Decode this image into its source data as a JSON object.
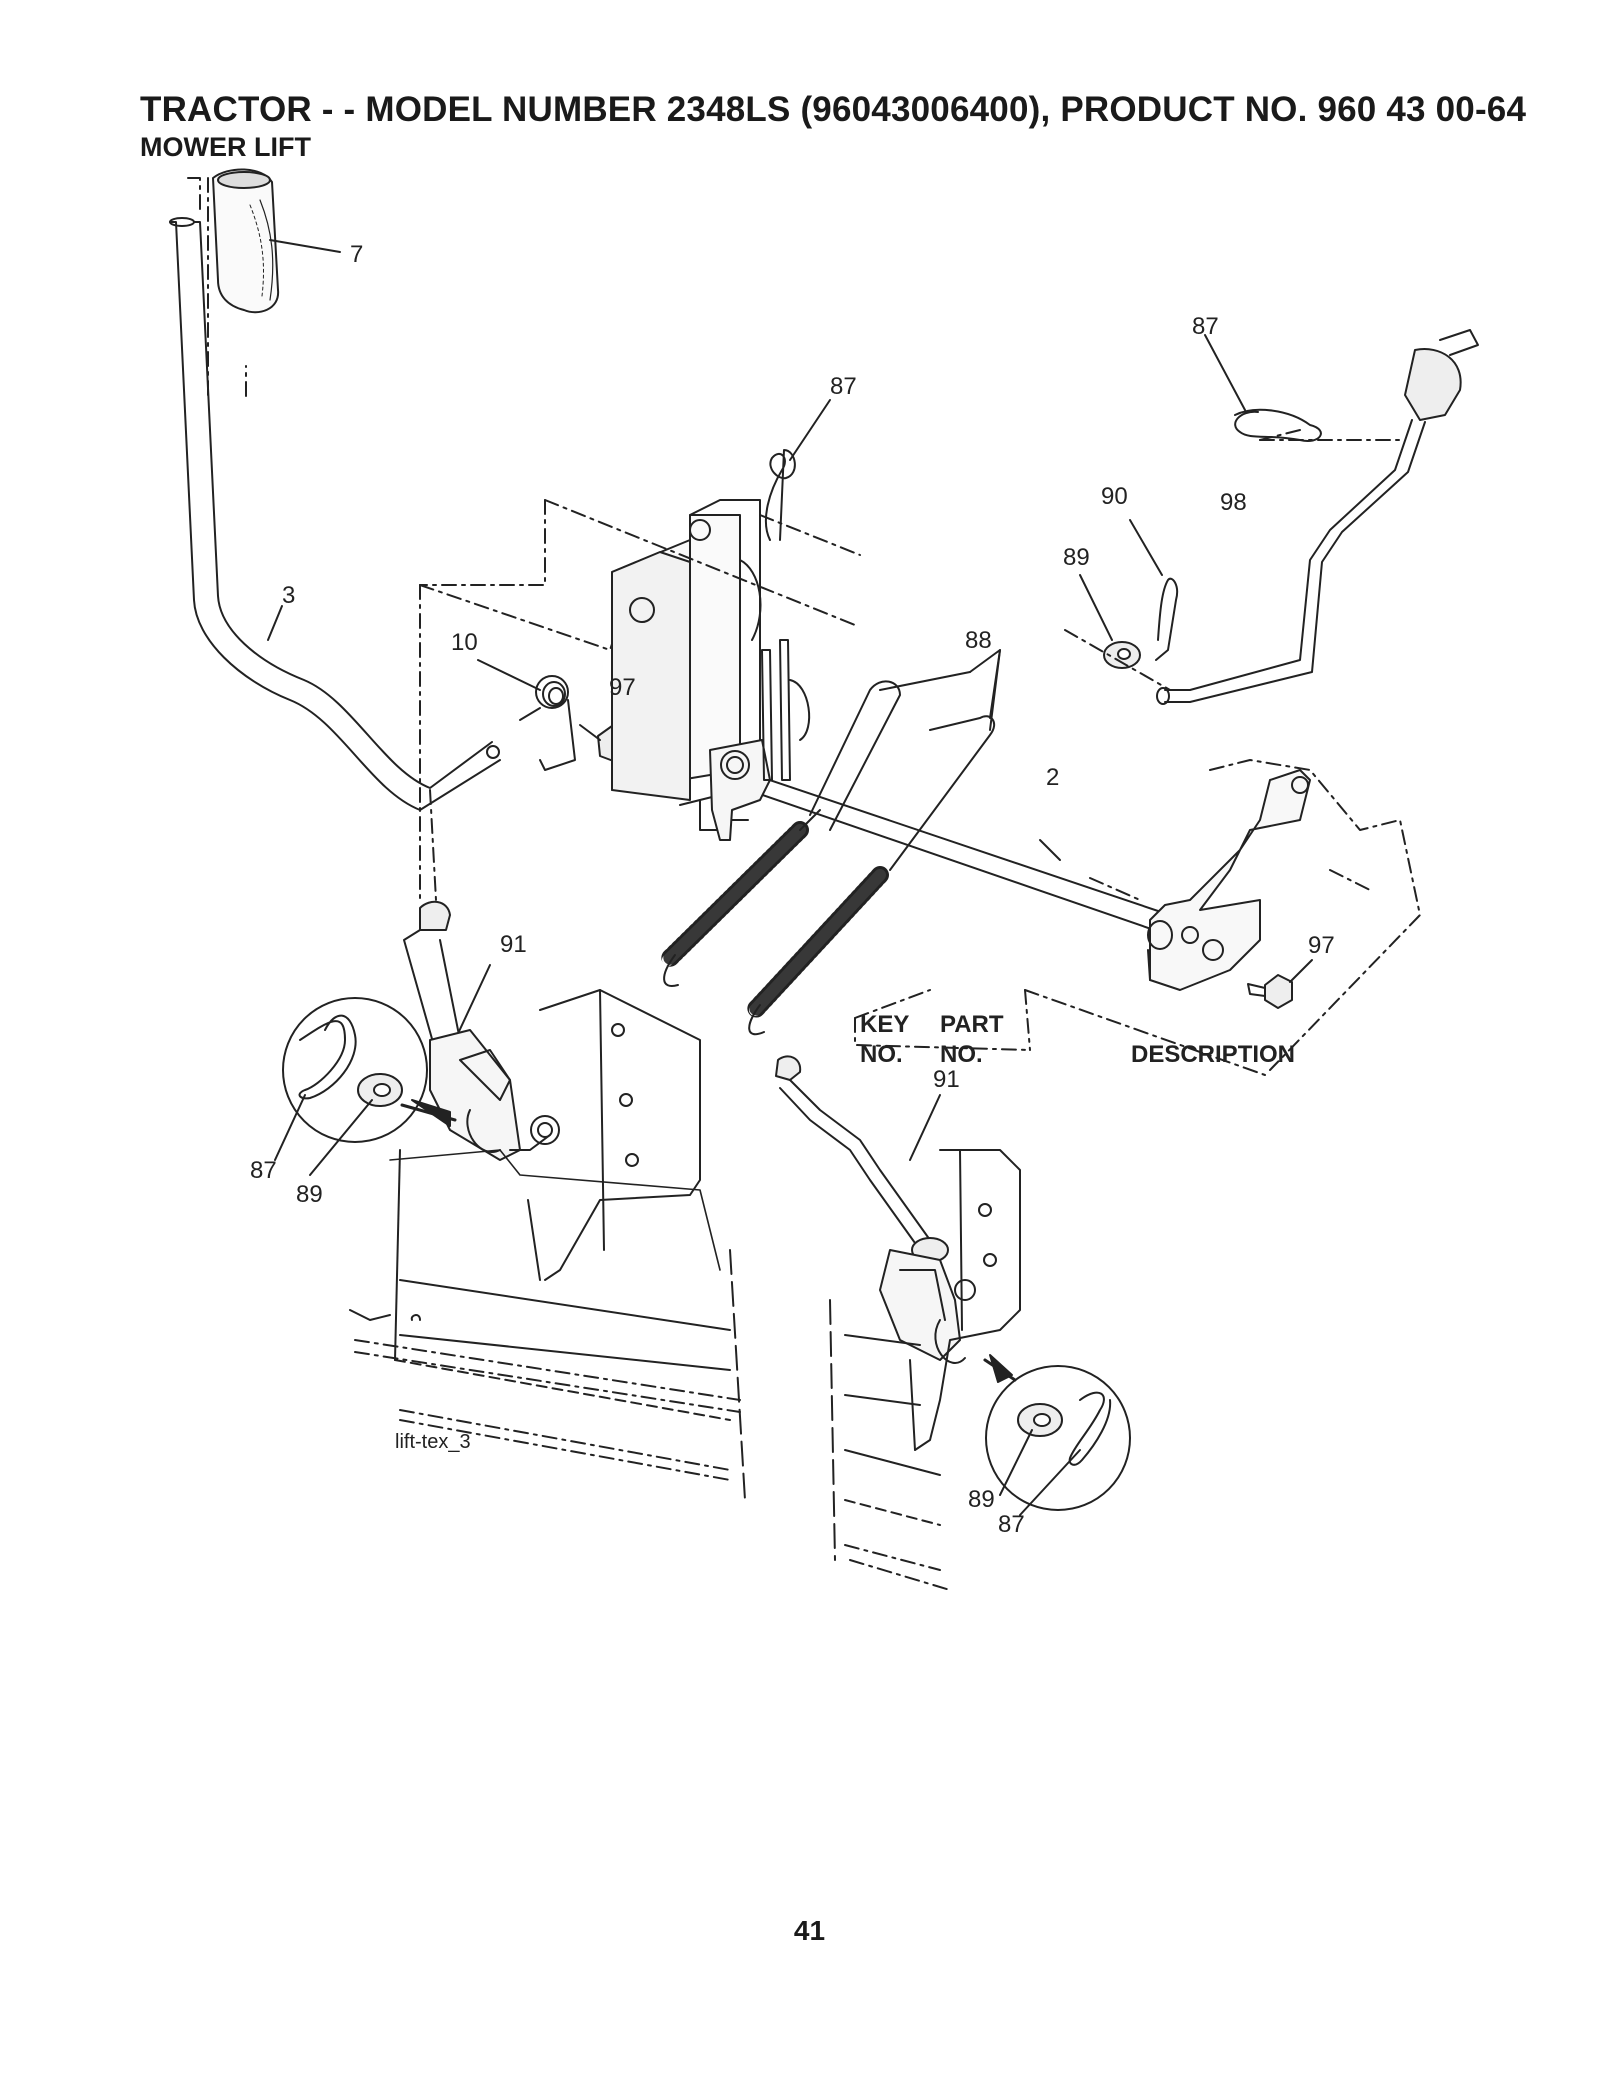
{
  "header": {
    "title": "TRACTOR - - MODEL NUMBER 2348LS (96043006400), PRODUCT NO. 960 43 00-64",
    "subtitle": "MOWER LIFT"
  },
  "table_header": {
    "key_line1": "KEY",
    "key_line2": "NO.",
    "part_line1": "PART",
    "part_line2": "NO.",
    "description": "DESCRIPTION"
  },
  "callouts": {
    "handle_grip": "7",
    "lift_lever": "3",
    "spring_10": "10",
    "bolt_97_left": "97",
    "hairpin_87_top": "87",
    "springs_88": "88",
    "shaft_2": "2",
    "hairpin_87_right": "87",
    "clip_90": "90",
    "washer_89_right": "89",
    "rod_98": "98",
    "bolt_97_right": "97",
    "link_91_left": "91",
    "hairpin_87_left_detail": "87",
    "washer_89_left_detail": "89",
    "link_91_right": "91",
    "washer_89_right_detail": "89",
    "hairpin_87_right_detail": "87"
  },
  "figure_id": "lift-tex_3",
  "page_number": "41"
}
